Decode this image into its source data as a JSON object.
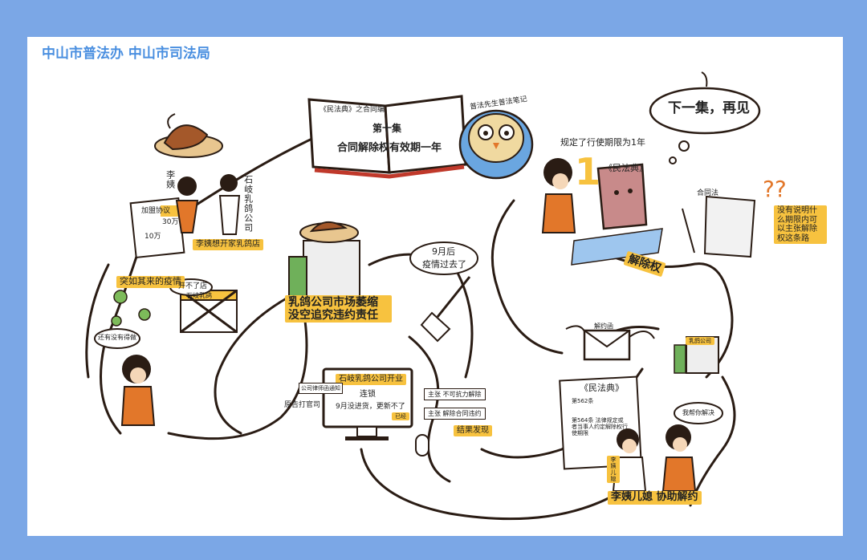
{
  "header": {
    "title": "中山市普法办 中山市司法局"
  },
  "book": {
    "subtitle": "《民法典》之合同编",
    "episode": "第十集",
    "theme": "合同解除权有效期一年"
  },
  "owl": {
    "label": "普法先生普法笔记"
  },
  "next_episode": {
    "text": "下一集，再见"
  },
  "scene_contract": {
    "persons": [
      "李姨",
      "石岐乳鸽公司"
    ],
    "doc_title": "加盟协议",
    "doc_amount": "30万",
    "doc_fee": "10万",
    "caption": "李姨想开家乳鸽店"
  },
  "scene_epidemic": {
    "caption": "突如其来的疫情",
    "shop_sign": "石岐乳鸽",
    "shop_note": "开不了店",
    "bubble": "还有没有得做"
  },
  "company": {
    "caption": "乳鸽公司市场萎缩没空追究违约责任"
  },
  "scene_after": {
    "date": "9月后",
    "caption": "疫情过去了"
  },
  "law": {
    "rule": "规定了行使期限为1年",
    "number": "1",
    "book_label": "《民法典》",
    "cleanup": "解除权"
  },
  "contract_law": {
    "label": "合同法",
    "question": "没有说明什么期限内可以主张解除权这条路"
  },
  "monitor": {
    "headline": "石岐乳鸽公司开业",
    "note_a": "连锁",
    "note_b": "9月没进货，更新不了",
    "tag": "已经"
  },
  "lawyer_note": {
    "label": "公司律师函通知",
    "caption": "原告打官司"
  },
  "findings": {
    "line1": "主张 不可抗力解除",
    "line2": "主张 解除合同违约",
    "caption": "结果发现"
  },
  "letter": {
    "label": "解约函"
  },
  "building": {
    "label": "乳鸽公司"
  },
  "civil_code_doc": {
    "title": "《民法典》",
    "line1": "第562条",
    "line2": "第564条 法律规定或者当事人约定解除权行使期限"
  },
  "helpers": {
    "bubble": "我帮你解决",
    "tag": "李姨儿媳",
    "caption": "李姨儿媳 协助解约"
  },
  "colors": {
    "frame": "#7ba7e6",
    "highlight": "#f7c23f",
    "ink": "#2a1c14",
    "accent": "#e2772a",
    "title_blue": "#4a8fe0"
  }
}
